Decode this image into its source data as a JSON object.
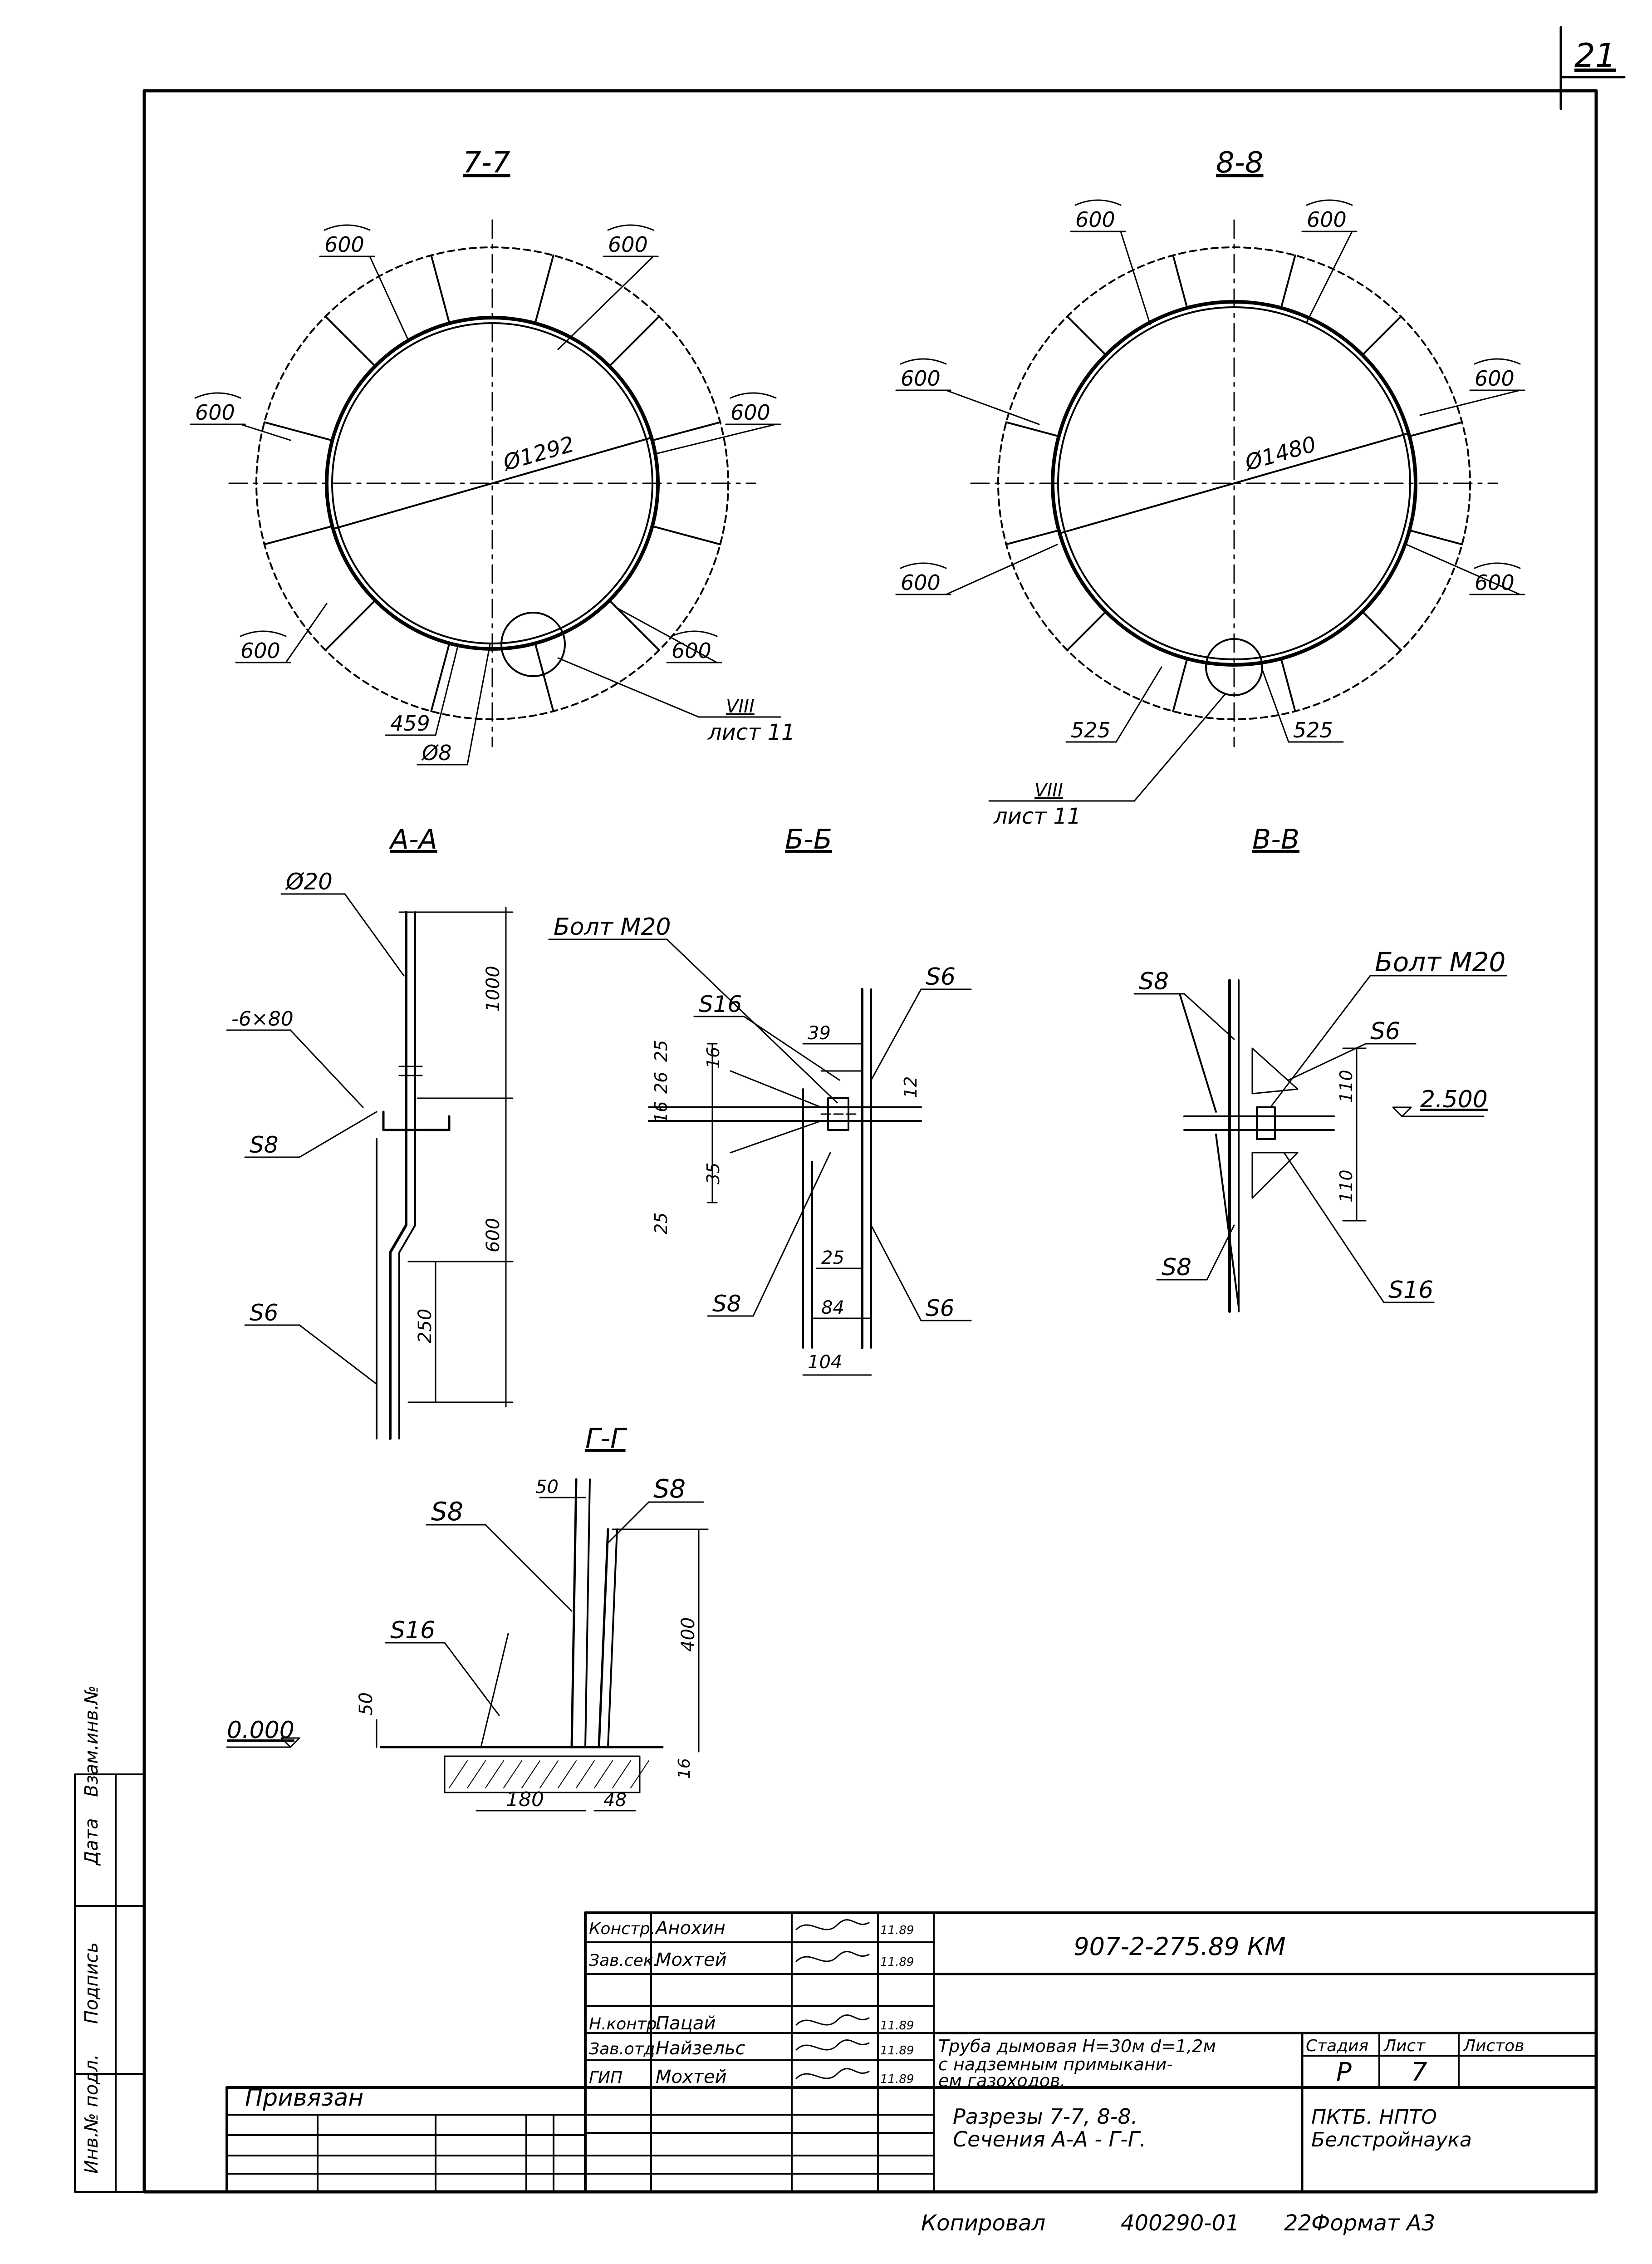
{
  "sheet_number": "21",
  "sections": {
    "s77": {
      "title": "7-7",
      "arc_labels": [
        "600",
        "600",
        "600",
        "600",
        "600",
        "600"
      ],
      "diameter": "Ø1292",
      "bottom_dims": [
        "459",
        "Ø8"
      ],
      "ref_mark": "VIII",
      "ref_sheet": "лист 11"
    },
    "s88": {
      "title": "8-8",
      "arc_labels": [
        "600",
        "600",
        "600",
        "600",
        "600",
        "600"
      ],
      "diameter": "Ø1480",
      "bottom_dims": [
        "525",
        "525"
      ],
      "ref_mark": "VIII",
      "ref_sheet": "лист 11"
    },
    "aa": {
      "title": "А-А",
      "labels": {
        "d20": "Ø20",
        "plate": "-6×80",
        "s8": "S8",
        "s6": "S6"
      },
      "dims": {
        "d1000": "1000",
        "d600": "600",
        "d250": "250"
      }
    },
    "bb": {
      "title": "Б-Б",
      "labels": {
        "bolt": "Болт М20",
        "s6_top": "S6",
        "s16": "S16",
        "s8": "S8",
        "s6_bot": "S6"
      },
      "dims": {
        "d39": "39",
        "d25a": "25",
        "d26": "26",
        "d16a": "16",
        "d16b": "16",
        "d12": "12",
        "d35": "35",
        "d25b": "25",
        "d25c": "25",
        "d84": "84",
        "d104": "104"
      }
    },
    "vv": {
      "title": "В-В",
      "labels": {
        "s8_top": "S8",
        "bolt": "Болт М20",
        "s6": "S6",
        "s8_bot": "S8",
        "s16": "S16"
      },
      "dims": {
        "d110a": "110",
        "d110b": "110"
      },
      "level": "2.500"
    },
    "gg": {
      "title": "Г-Г",
      "labels": {
        "s8_left": "S8",
        "s8_right": "S8",
        "s16": "S16"
      },
      "dims": {
        "d50top": "50",
        "d400": "400",
        "d50": "50",
        "d16": "16",
        "d180": "180",
        "d48": "48"
      },
      "level": "0.000"
    }
  },
  "side_stamp": [
    "Инв.№ подл.",
    "Подпись",
    "Дата",
    "Взам.инв.№"
  ],
  "title_block": {
    "privyazan": "Привязан",
    "roles": [
      {
        "role": "Констр.",
        "name": "Анохин",
        "sign": "",
        "date": "11.89"
      },
      {
        "role": "Зав.сек.",
        "name": "Мохтей",
        "sign": "",
        "date": "11.89"
      },
      {
        "role": "",
        "name": "",
        "sign": "",
        "date": ""
      },
      {
        "role": "Н.контр.",
        "name": "Пацай",
        "sign": "",
        "date": "11.89"
      },
      {
        "role": "Зав.отд.",
        "name": "Найзельс",
        "sign": "",
        "date": "11.89"
      },
      {
        "role": "ГИП",
        "name": "Мохтей",
        "sign": "",
        "date": "11.89"
      }
    ],
    "doc_code": "907-2-275.89 КМ",
    "object_name": [
      "Труба дымовая Н=30м d=1,2м",
      "с надземным примыкани-",
      "ем газоходов."
    ],
    "stage_header": "Стадия",
    "sheet_header": "Лист",
    "sheets_header": "Листов",
    "stage": "Р",
    "sheet": "7",
    "sheets": "",
    "content_title": [
      "Разрезы 7-7, 8-8.",
      "Сечения А-А - Г-Г."
    ],
    "organization": [
      "ПКТБ. НПТО",
      "Белстройнаука"
    ]
  },
  "footer": {
    "copied": "Копировал",
    "code": "400290-01",
    "format_number": "22",
    "format": "Формат А3"
  }
}
